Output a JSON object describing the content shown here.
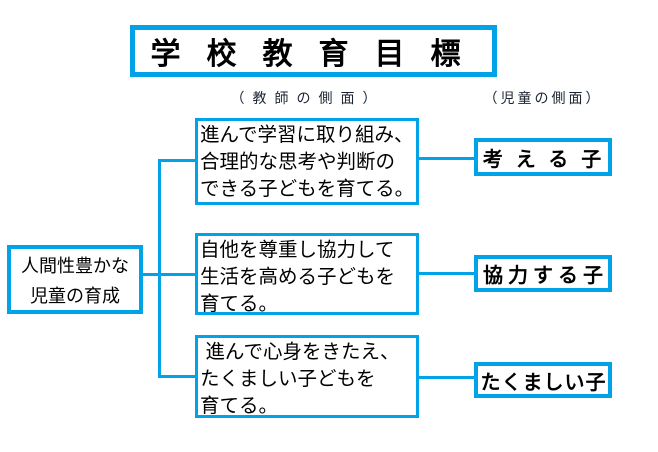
{
  "colors": {
    "accent": "#00A3E8",
    "text": "#000000"
  },
  "title": "学校教育目標",
  "column_headers": {
    "teacher": "（教師の側面）",
    "children": "（児童の側面）"
  },
  "root_goal": {
    "line1": "人間性豊かな",
    "line2": "児童の育成"
  },
  "teacher_goals": [
    {
      "lines": [
        "進んで学習に取り組み、",
        "合理的な思考や判断の",
        "できる子どもを育てる。"
      ]
    },
    {
      "lines": [
        "自他を尊重し協力して",
        "生活を高める子どもを",
        "育てる。"
      ]
    },
    {
      "lines": [
        " 進んで心身をきたえ、",
        "たくましい子どもを",
        "育てる。"
      ]
    }
  ],
  "child_traits": [
    {
      "label": "考える子"
    },
    {
      "label": "協力する子"
    },
    {
      "label": "たくましい子"
    }
  ]
}
